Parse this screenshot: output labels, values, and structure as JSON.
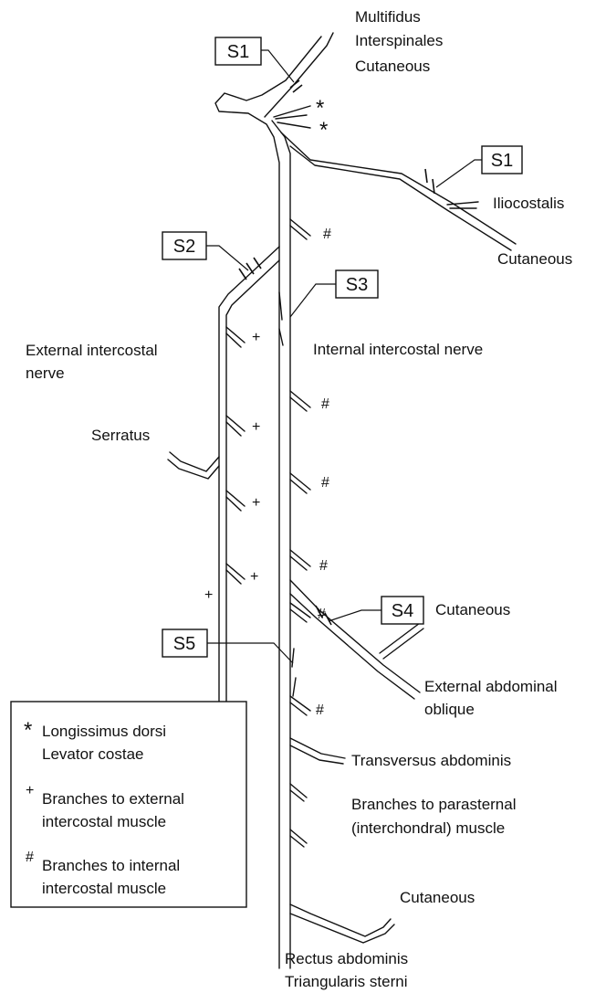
{
  "site_labels": {
    "s1_top": "S1",
    "s1_right": "S1",
    "s2": "S2",
    "s3": "S3",
    "s4": "S4",
    "s5": "S5"
  },
  "labels": {
    "multifidus": "Multifidus",
    "interspinales": "Interspinales",
    "cutaneous_dorsal": "Cutaneous",
    "iliocostalis": "Iliocostalis",
    "cutaneous_lateral_dorsal": "Cutaneous",
    "external_intercostal_line1": "External intercostal",
    "external_intercostal_line2": "nerve",
    "internal_intercostal": "Internal intercostal nerve",
    "serratus": "Serratus",
    "cutaneous_lateral": "Cutaneous",
    "external_oblique_line1": "External abdominal",
    "external_oblique_line2": "oblique",
    "transversus": "Transversus abdominis",
    "parasternal_line1": "Branches to parasternal",
    "parasternal_line2": "(interchondral) muscle",
    "cutaneous_anterior": "Cutaneous",
    "rectus_line1": "Rectus abdominis",
    "rectus_line2": "Triangularis sterni"
  },
  "symbols": {
    "star": "*",
    "plus": "+",
    "hash": "#"
  },
  "legend": {
    "star_line1": "Longissimus dorsi",
    "star_line2": "Levator costae",
    "plus_line1": "Branches to external",
    "plus_line2": "intercostal muscle",
    "hash_line1": "Branches to internal",
    "hash_line2": "intercostal muscle"
  }
}
